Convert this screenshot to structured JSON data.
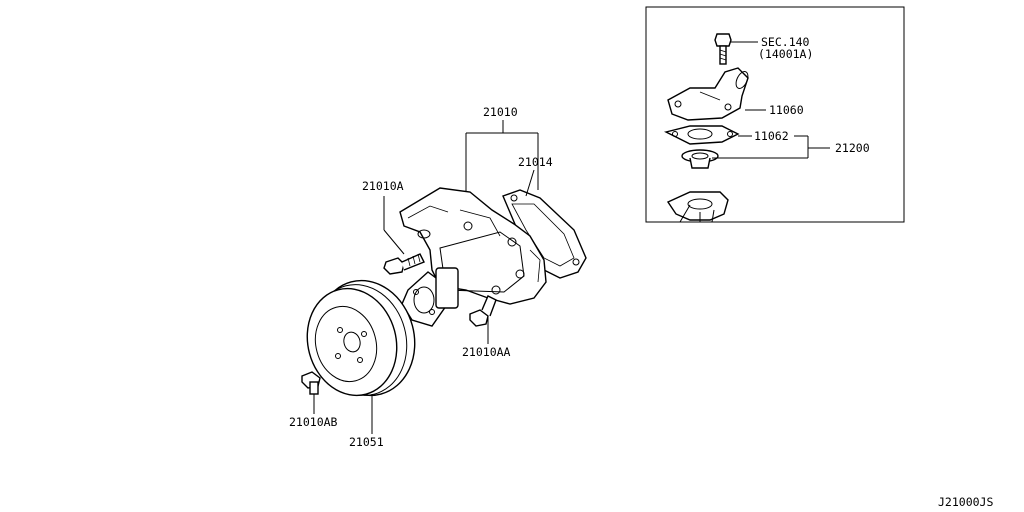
{
  "labels": {
    "water_pump_assy": "21010",
    "gasket": "21014",
    "bolt_a": "21010A",
    "bolt_aa": "21010AA",
    "bolt_ab": "21010AB",
    "pulley": "21051",
    "sec_ref": "SEC.140",
    "sec_ref_part": "(14001A)",
    "outlet_housing": "11060",
    "housing_gasket": "11062",
    "thermostat": "21200",
    "diagram_code": "J21000JS"
  }
}
